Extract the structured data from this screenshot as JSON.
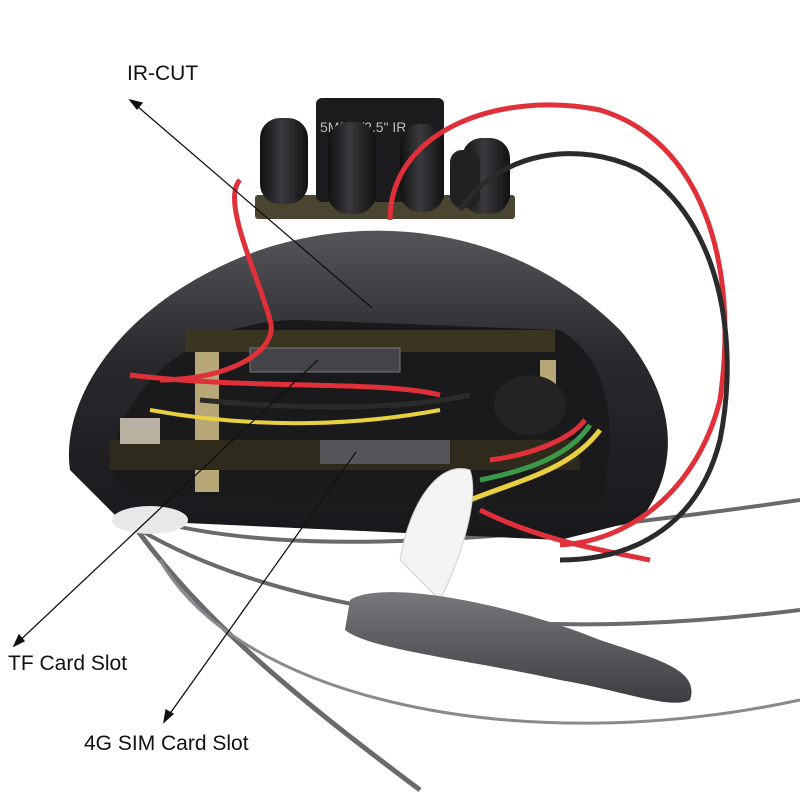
{
  "annotations": {
    "ir_cut": "IR-CUT",
    "tf_card_slot": "TF Card Slot",
    "sim_card_slot": "4G SIM Card Slot"
  },
  "lens_label": "5MP 1/2.5\" IR",
  "colors": {
    "background": "#ffffff",
    "housing": "#2a2a2e",
    "pcb": "#3a3520",
    "wire_red": "#e0303a",
    "wire_black": "#2b2b2b",
    "wire_green": "#3a9a4a",
    "wire_yellow": "#e8d040",
    "cable_grey": "#5a5a5e"
  }
}
